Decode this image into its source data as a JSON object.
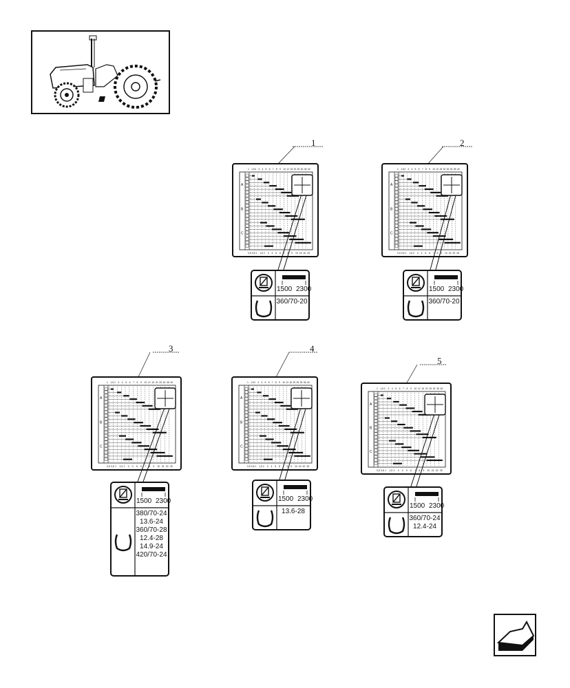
{
  "overview": {
    "icon": "tractor-overview"
  },
  "decals": [
    {
      "callout": "1",
      "tires": [
        "360/70-20"
      ]
    },
    {
      "callout": "2",
      "tires": [
        "360/70-20"
      ]
    },
    {
      "callout": "3",
      "tires": [
        "380/70-24",
        "13.6-24",
        "360/70-28",
        "12.4-28",
        "14.9-24",
        "420/70-24"
      ]
    },
    {
      "callout": "4",
      "tires": [
        "13.6-28"
      ]
    },
    {
      "callout": "5",
      "tires": [
        "360/70-24",
        "12.4-24"
      ]
    }
  ],
  "rpm": {
    "low": "1500",
    "high": "2300"
  },
  "chart_header": [
    "1",
    "1,5",
    "2",
    "3",
    "4",
    "5",
    "6",
    "7",
    "8",
    "9",
    "10",
    "12",
    "15",
    "20",
    "25",
    "30",
    "35",
    "40"
  ],
  "chart_footer": [
    "0,5",
    "0,8",
    "1",
    "1,5",
    "2",
    "3",
    "4",
    "5",
    "6",
    "7",
    "8",
    "9",
    "10",
    "15",
    "20",
    "25"
  ],
  "nav": {
    "icon": "next-page-arrow-icon"
  }
}
